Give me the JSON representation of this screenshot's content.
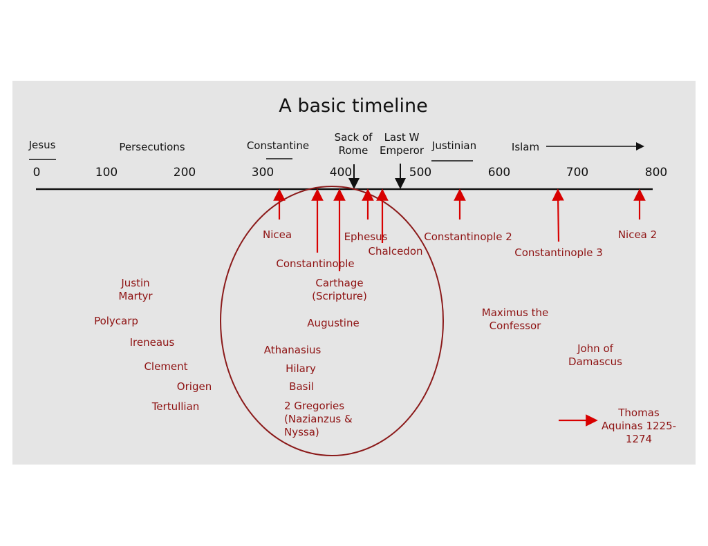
{
  "title": "A basic timeline",
  "ticks": [
    "0",
    "100",
    "200",
    "300",
    "400",
    "500",
    "600",
    "700",
    "800"
  ],
  "eras": {
    "jesus": "Jesus",
    "persecutions": "Persecutions",
    "constantine": "Constantine",
    "sack_of_rome": "Sack of Rome",
    "last_w_emperor": "Last W Emperor",
    "justinian": "Justinian",
    "islam": "Islam"
  },
  "councils": {
    "nicea": "Nicea",
    "constantinople": "Constantinople",
    "carthage": "Carthage (Scripture)",
    "ephesus": "Ephesus",
    "chalcedon": "Chalcedon",
    "constantinople2": "Constantinople 2",
    "constantinople3": "Constantinople 3",
    "nicea2": "Nicea 2"
  },
  "figures": {
    "justin": "Justin Martyr",
    "polycarp": "Polycarp",
    "ireneaus": "Ireneaus",
    "clement": "Clement",
    "origen": "Origen",
    "tertullian": "Tertullian",
    "augustine": "Augustine",
    "athanasius": "Athanasius",
    "hilary": "Hilary",
    "basil": "Basil",
    "gregories": "2 Gregories (Nazianzus & Nyssa)",
    "maximus": "Maximus the Confessor",
    "john": "John of Damascus",
    "thomas": "Thomas Aquinas 1225-1274"
  },
  "colors": {
    "background": "#e5e5e5",
    "text_red": "#8e1212",
    "arrow_red": "#d80000",
    "ellipse": "#8b1a1a"
  }
}
